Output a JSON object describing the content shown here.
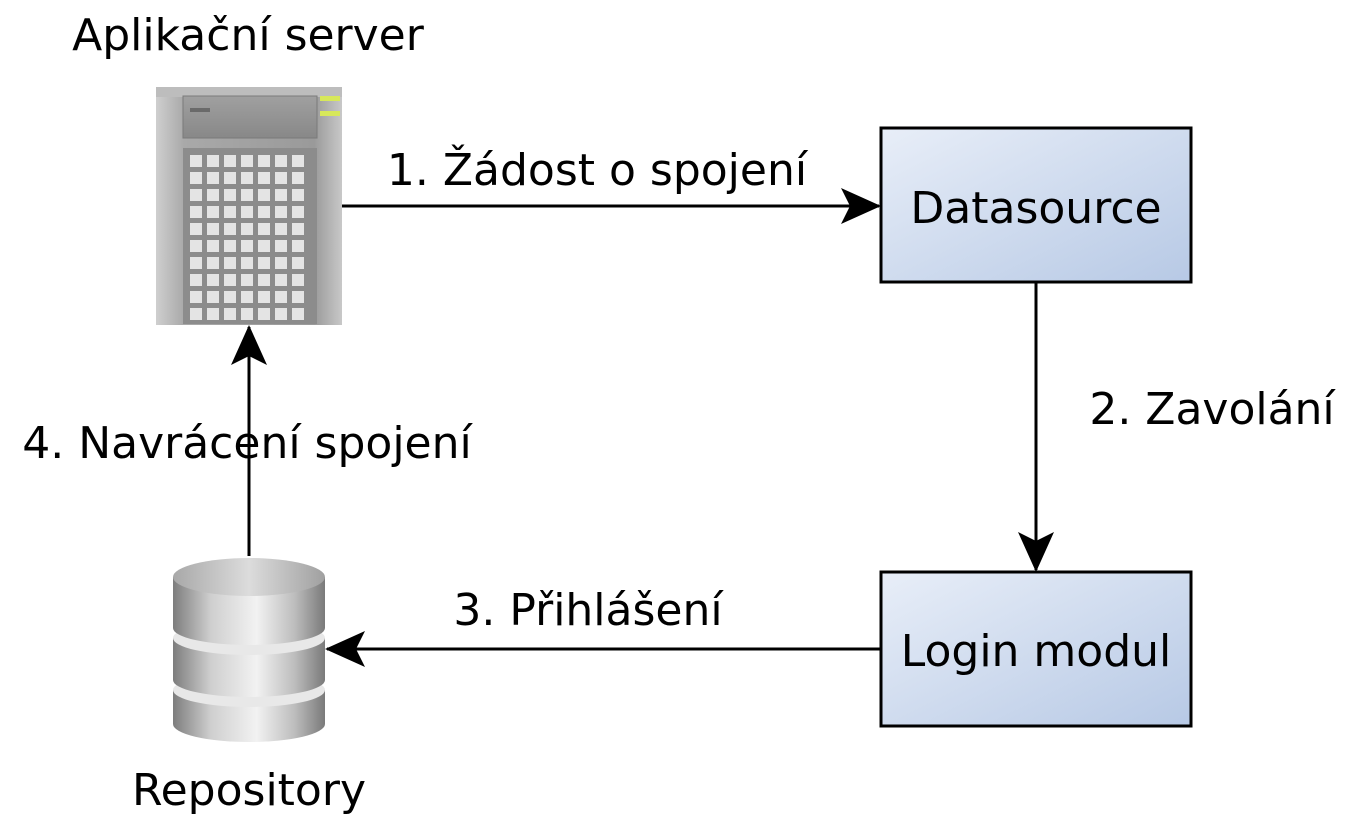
{
  "nodes": {
    "app_server": {
      "label": "Aplikační server",
      "icon": "server-icon"
    },
    "repository": {
      "label": "Repository",
      "icon": "database-icon"
    },
    "datasource": {
      "label": "Datasource"
    },
    "login_module": {
      "label": "Login modul"
    }
  },
  "edges": {
    "request": {
      "label": "1. Žádost o spojení"
    },
    "call": {
      "label": "2. Zavolání"
    },
    "login": {
      "label": "3. Přihlášení"
    },
    "return": {
      "label": "4. Navrácení spojení"
    }
  },
  "colors": {
    "box_fill_start": "#e6edf7",
    "box_fill_end": "#b9cbe6",
    "stroke": "#000000",
    "indicator": "#d7e85a"
  }
}
